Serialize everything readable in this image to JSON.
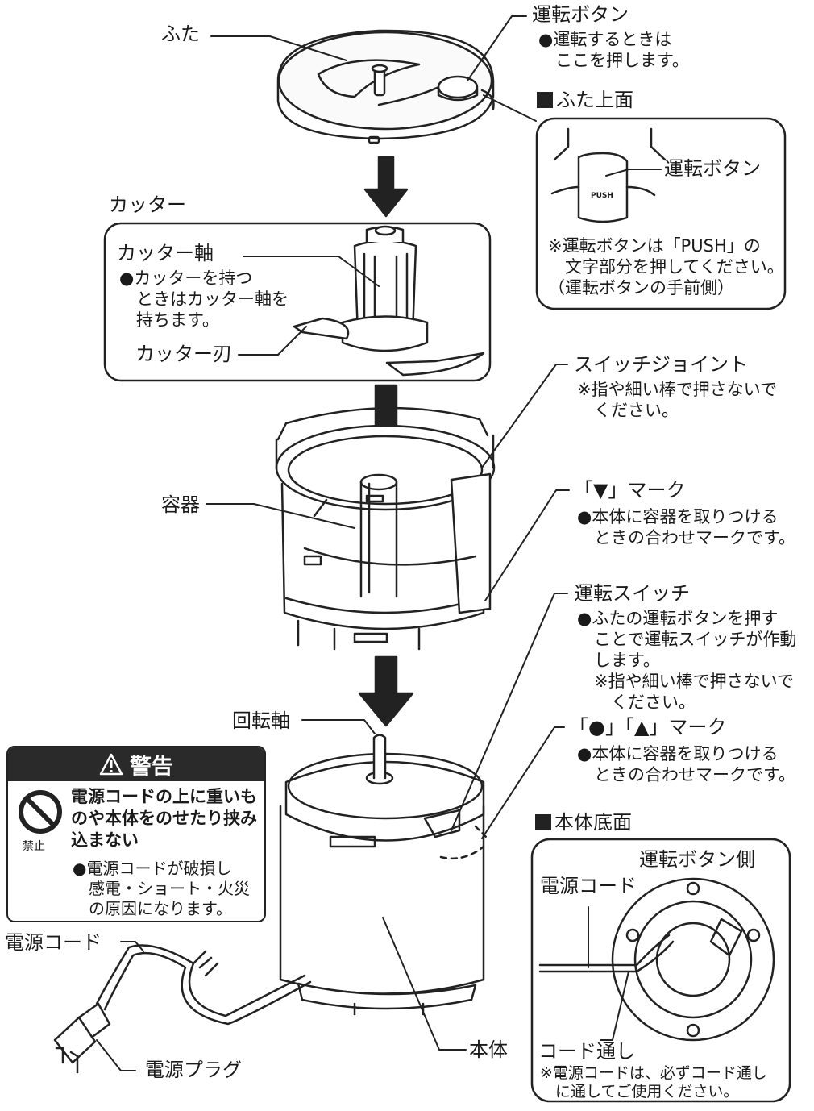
{
  "labels": {
    "futa": "ふた",
    "unten_button": "運転ボタン",
    "unten_button_note": [
      "●運転するときは",
      "　ここを押します。"
    ],
    "futa_jomen": "ふた上面",
    "inset_button_label": "運転ボタン",
    "push_text": "PUSH",
    "inset_note": [
      "※運転ボタンは「PUSH」の",
      "　文字部分を押してください。",
      "（運転ボタンの手前側）"
    ],
    "cutter": "カッター",
    "cutter_jiku": "カッター軸",
    "cutter_jiku_note": [
      "●カッターを持つ",
      "　ときはカッター軸を",
      "　持ちます。"
    ],
    "cutter_ba": "カッター刃",
    "switch_joint": "スイッチジョイント",
    "switch_joint_note": [
      "※指や細い棒で押さないで",
      "　ください。"
    ],
    "youki": "容器",
    "mark_down": "「▼」マーク",
    "mark_down_note": [
      "●本体に容器を取りつける",
      "　ときの合わせマークです。"
    ],
    "unten_switch": "運転スイッチ",
    "unten_switch_note": [
      "●ふたの運転ボタンを押す",
      "　ことで運転スイッチが作動",
      "　します。",
      "　※指や細い棒で押さないで",
      "　　ください。"
    ],
    "kaiten_jiku": "回転軸",
    "mark_circle_triangle": "「●」「▲」マーク",
    "mark_circle_triangle_note": [
      "●本体に容器を取りつける",
      "　ときの合わせマークです。"
    ],
    "hontai_teimen": "本体底面",
    "unten_button_side": "運転ボタン側",
    "dengen_cord_inset": "電源コード",
    "cord_tooshi": "コード通し",
    "cord_note": [
      "※電源コードは、必ずコード通し",
      "　に通してご使用ください。"
    ],
    "dengen_cord": "電源コード",
    "hontai": "本体",
    "dengen_plug": "電源プラグ"
  },
  "warning": {
    "title": "警告",
    "main": "電源コードの上に重いものや本体をのせたり挟み込まない",
    "kinshi": "禁止",
    "sub": [
      "●電源コードが破損し",
      "　感電・ショート・火災",
      "　の原因になります。"
    ]
  },
  "colors": {
    "line": "#222222",
    "fill": "#f4f4f4",
    "warn_bg": "#2a2a2a"
  }
}
